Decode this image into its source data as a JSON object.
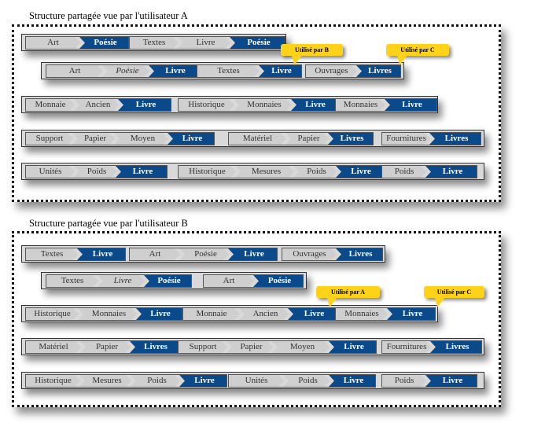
{
  "title_a": "Structure partagée vue par l'utilisateur A",
  "title_b": "Structure partagée vue par l'utilisateur B",
  "section_a": {
    "rows": [
      {
        "groups": [
          {
            "segments": [
              {
                "t": "Art",
                "c": "gray"
              },
              {
                "t": "Poésie",
                "c": "blue"
              }
            ]
          },
          {
            "segments": [
              {
                "t": "Textes",
                "c": "gray"
              },
              {
                "t": "Livre",
                "c": "gray"
              },
              {
                "t": "Poésie",
                "c": "blue"
              }
            ]
          }
        ]
      },
      {
        "groups": [
          {
            "segments": [
              {
                "t": "Art",
                "c": "gray"
              },
              {
                "t": "Poésie",
                "c": "gray",
                "i": true
              },
              {
                "t": "Livre",
                "c": "blue"
              }
            ]
          },
          {
            "segments": [
              {
                "t": "Textes",
                "c": "gray"
              },
              {
                "t": "Livre",
                "c": "blue"
              }
            ]
          },
          {
            "segments": [
              {
                "t": "Ouvrages",
                "c": "gray"
              },
              {
                "t": "Livres",
                "c": "blue"
              }
            ]
          }
        ]
      },
      {
        "groups": [
          {
            "segments": [
              {
                "t": "Monnaie",
                "c": "gray"
              },
              {
                "t": "Ancien",
                "c": "gray"
              },
              {
                "t": "Livre",
                "c": "blue"
              }
            ]
          },
          {
            "segments": [
              {
                "t": "Historique",
                "c": "gray"
              },
              {
                "t": "Monnaies",
                "c": "gray"
              },
              {
                "t": "Livre",
                "c": "blue"
              }
            ]
          },
          {
            "segments": [
              {
                "t": "Monnaies",
                "c": "gray"
              },
              {
                "t": "Livre",
                "c": "blue"
              }
            ]
          }
        ]
      },
      {
        "groups": [
          {
            "segments": [
              {
                "t": "Support",
                "c": "gray"
              },
              {
                "t": "Papier",
                "c": "gray"
              },
              {
                "t": "Moyen",
                "c": "gray"
              },
              {
                "t": "Livre",
                "c": "blue"
              }
            ]
          },
          {
            "segments": [
              {
                "t": "Matériel",
                "c": "gray"
              },
              {
                "t": "Papier",
                "c": "gray"
              },
              {
                "t": "Livres",
                "c": "blue"
              }
            ]
          },
          {
            "segments": [
              {
                "t": "Fournitures",
                "c": "gray"
              },
              {
                "t": "Livres",
                "c": "blue"
              }
            ]
          }
        ]
      },
      {
        "groups": [
          {
            "segments": [
              {
                "t": "Unités",
                "c": "gray"
              },
              {
                "t": "Poids",
                "c": "gray"
              },
              {
                "t": "Livre",
                "c": "blue"
              }
            ]
          },
          {
            "segments": [
              {
                "t": "Historique",
                "c": "gray"
              },
              {
                "t": "Mesures",
                "c": "gray"
              },
              {
                "t": "Poids",
                "c": "gray"
              },
              {
                "t": "Livre",
                "c": "blue"
              }
            ]
          },
          {
            "segments": [
              {
                "t": "Poids",
                "c": "gray"
              },
              {
                "t": "Livre",
                "c": "blue"
              }
            ]
          }
        ]
      }
    ],
    "callouts": [
      "Utilisé par B",
      "Utilisé par C"
    ]
  },
  "section_b": {
    "rows": [
      {
        "groups": [
          {
            "segments": [
              {
                "t": "Textes",
                "c": "gray"
              },
              {
                "t": "Livre",
                "c": "blue"
              }
            ]
          },
          {
            "segments": [
              {
                "t": "Art",
                "c": "gray"
              },
              {
                "t": "Poésie",
                "c": "gray"
              },
              {
                "t": "Livre",
                "c": "blue"
              }
            ]
          },
          {
            "segments": [
              {
                "t": "Ouvrages",
                "c": "gray"
              },
              {
                "t": "Livres",
                "c": "blue"
              }
            ]
          }
        ]
      },
      {
        "groups": [
          {
            "segments": [
              {
                "t": "Textes",
                "c": "gray"
              },
              {
                "t": "Livre",
                "c": "gray",
                "i": true
              },
              {
                "t": "Poésie",
                "c": "blue"
              }
            ]
          },
          {
            "segments": [
              {
                "t": "Art",
                "c": "gray"
              },
              {
                "t": "Poésie",
                "c": "blue"
              }
            ]
          }
        ]
      },
      {
        "groups": [
          {
            "segments": [
              {
                "t": "Historique",
                "c": "gray"
              },
              {
                "t": "Monnaies",
                "c": "gray"
              },
              {
                "t": "Livre",
                "c": "blue"
              }
            ]
          },
          {
            "segments": [
              {
                "t": "Monnaie",
                "c": "gray"
              },
              {
                "t": "Ancien",
                "c": "gray"
              },
              {
                "t": "Livre",
                "c": "blue"
              }
            ]
          },
          {
            "segments": [
              {
                "t": "Monnaies",
                "c": "gray"
              },
              {
                "t": "Livre",
                "c": "blue"
              }
            ]
          }
        ]
      },
      {
        "groups": [
          {
            "segments": [
              {
                "t": "Matériel",
                "c": "gray"
              },
              {
                "t": "Papier",
                "c": "gray"
              },
              {
                "t": "Livres",
                "c": "blue"
              }
            ]
          },
          {
            "segments": [
              {
                "t": "Support",
                "c": "gray"
              },
              {
                "t": "Papier",
                "c": "gray"
              },
              {
                "t": "Moyen",
                "c": "gray"
              },
              {
                "t": "Livre",
                "c": "blue"
              }
            ]
          },
          {
            "segments": [
              {
                "t": "Fournitures",
                "c": "gray"
              },
              {
                "t": "Livres",
                "c": "blue"
              }
            ]
          }
        ]
      },
      {
        "groups": [
          {
            "segments": [
              {
                "t": "Historique",
                "c": "gray"
              },
              {
                "t": "Mesures",
                "c": "gray"
              },
              {
                "t": "Poids",
                "c": "gray"
              },
              {
                "t": "Livre",
                "c": "blue"
              }
            ]
          },
          {
            "segments": [
              {
                "t": "Unités",
                "c": "gray"
              },
              {
                "t": "Poids",
                "c": "gray"
              },
              {
                "t": "Livre",
                "c": "blue"
              }
            ]
          },
          {
            "segments": [
              {
                "t": "Poids",
                "c": "gray"
              },
              {
                "t": "Livre",
                "c": "blue"
              }
            ]
          }
        ]
      }
    ],
    "callouts": [
      "Utilisé par A",
      "Utilisé par C"
    ]
  },
  "colors": {
    "accent_blue": "#0a4a8a",
    "segment_gray": "#cfcfcf",
    "callout_yellow": "#ffd21a"
  }
}
